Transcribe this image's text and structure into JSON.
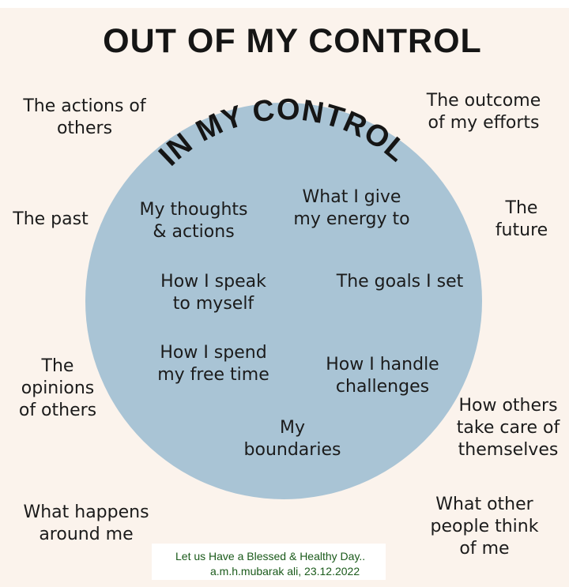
{
  "title": "OUT OF MY CONTROL",
  "circle_title": "IN MY CONTROL",
  "inside": {
    "thoughts": "My thoughts\n& actions",
    "energy": "What I give\nmy energy to",
    "speak": "How I speak\nto myself",
    "goals": "The goals I set",
    "free_time": "How I spend\nmy free time",
    "challenges": "How I handle\nchallenges",
    "boundaries": "My\nboundaries"
  },
  "outside": {
    "actions_of_others": "The actions of\nothers",
    "outcome": "The outcome\nof my efforts",
    "past": "The past",
    "future": "The\nfuture",
    "opinions": "The\nopinions\nof others",
    "others_care": "How others\ntake care of\nthemselves",
    "happens": "What happens\naround me",
    "people_think": "What other\npeople think\nof me"
  },
  "footer": {
    "line1": "Let us Have a Blessed & Healthy Day..",
    "line2": "a.m.h.mubarak ali, 23.12.2022"
  },
  "colors": {
    "background": "#fbf3ec",
    "circle": "#a9c4d5",
    "text": "#1b1b1b",
    "footer_text": "#1a5a1a"
  }
}
